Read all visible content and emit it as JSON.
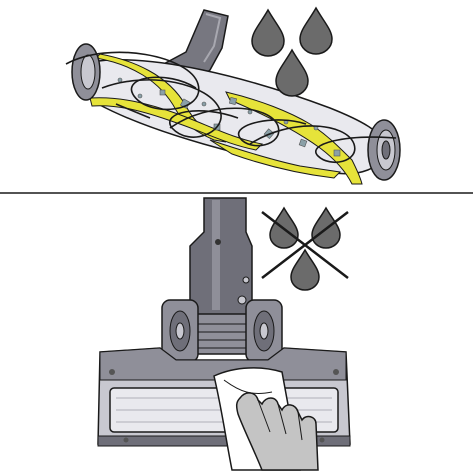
{
  "colors": {
    "background": "#ffffff",
    "outline": "#1a1a1a",
    "drop_fill": "#6b6b6b",
    "brush_yellow": "#e6e33a",
    "roller_body": "#e9e9ee",
    "housing_gray": "#8f8f99",
    "housing_dark": "#6f6f79",
    "housing_light": "#c8c8d0",
    "hand_fill": "#c4c4c4",
    "cloth_fill": "#ffffff"
  },
  "panels": [
    {
      "name": "wet-cleaning-roller",
      "icons": [
        "water-drop-icon",
        "water-drop-icon",
        "water-drop-icon"
      ],
      "subject": "brush-roller-being-rinsed"
    },
    {
      "name": "dry-wiping-nozzle",
      "icons": [
        "no-water-icon"
      ],
      "subject": "nozzle-wiped-with-cloth"
    }
  ]
}
